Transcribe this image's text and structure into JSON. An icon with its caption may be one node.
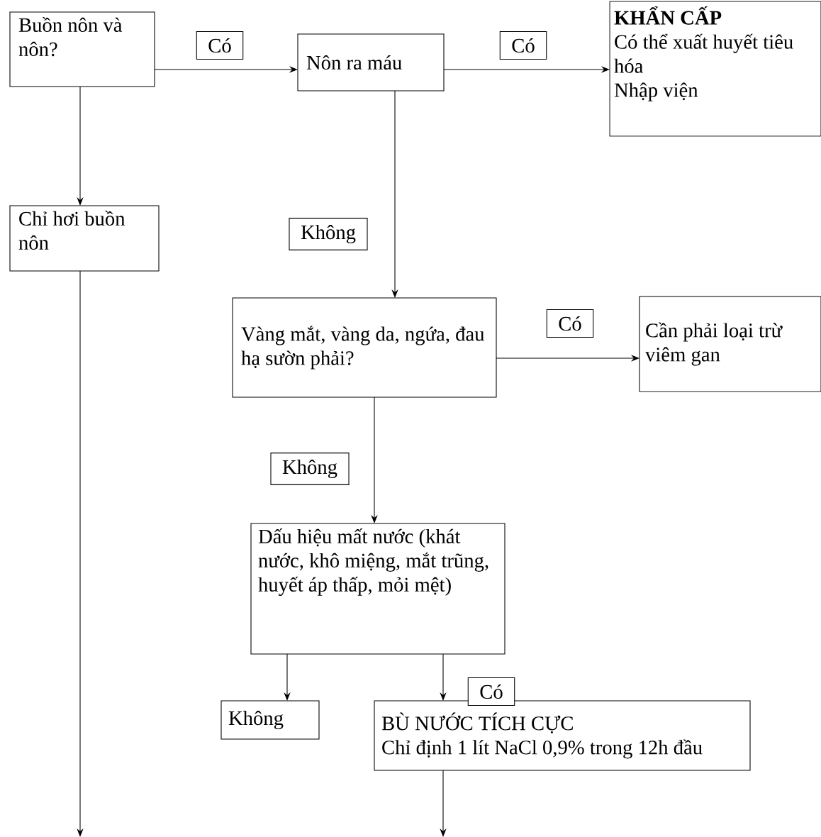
{
  "diagram": {
    "nodes": [
      {
        "text": [
          "Buồn nôn và nôn?"
        ]
      },
      {
        "text": [
          "Nôn ra máu"
        ]
      },
      {
        "text": [
          "KHẨN CẤP",
          "Có thể xuất huyết tiêu hóa",
          "Nhập viện"
        ]
      },
      {
        "text": [
          "Chỉ hơi buồn nôn"
        ]
      },
      {
        "text": [
          "Vàng mắt, vàng da, ngứa, đau hạ sườn phải?"
        ]
      },
      {
        "text": [
          "Cần phải loại trừ viêm gan"
        ]
      },
      {
        "text": [
          "Dấu hiệu mất nước (khát nước, khô miệng, mắt trũng, huyết áp thấp, mỏi mệt)"
        ]
      },
      {
        "text": [
          "Không"
        ]
      },
      {
        "text": [
          "BÙ NƯỚC TÍCH CỰC",
          "Chỉ định 1 lít NaCl 0,9% trong 12h đầu"
        ]
      }
    ],
    "edges": [
      {
        "from": 0,
        "to": 1,
        "arrow": "to",
        "label": "Có"
      },
      {
        "from": 1,
        "to": 2,
        "arrow": "to",
        "label": "Có"
      },
      {
        "from": 0,
        "to": 3,
        "arrow": "to"
      },
      {
        "from": 1,
        "to": 4,
        "arrow": "to",
        "label": "Không"
      },
      {
        "from": 4,
        "to": 5,
        "arrow": "to",
        "label": "Có"
      },
      {
        "from": 4,
        "to": 6,
        "arrow": "to",
        "label": "Không"
      },
      {
        "from": 6,
        "to": 7,
        "arrow": "to"
      },
      {
        "from": 6,
        "to": 8,
        "arrow": "to",
        "label": "Có"
      },
      {
        "from": 3,
        "to": null,
        "arrow": "to"
      },
      {
        "from": 8,
        "to": null,
        "arrow": "to"
      }
    ]
  }
}
